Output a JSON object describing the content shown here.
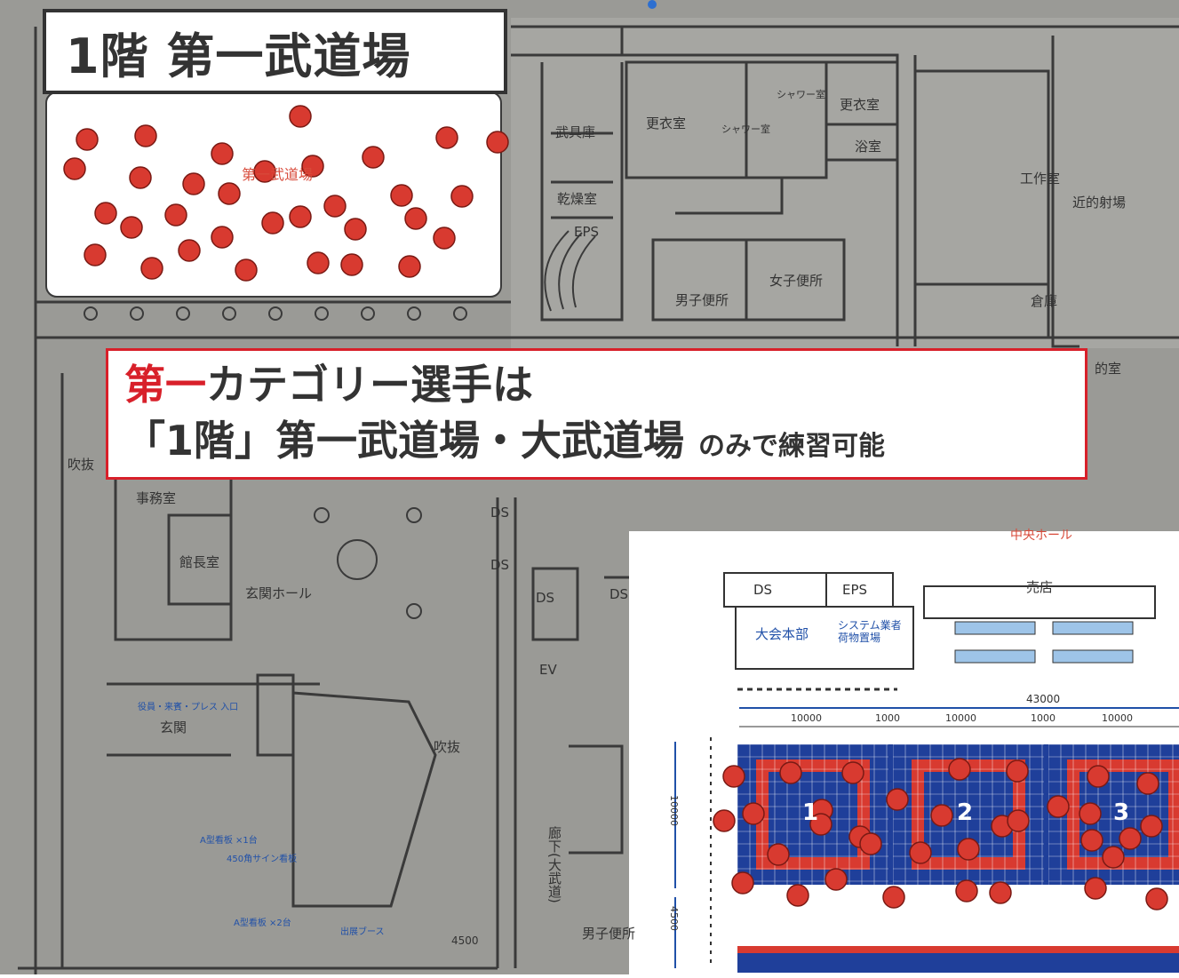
{
  "title": "1階 第一武道場",
  "notice": {
    "line1_red": "第一",
    "line1_rest": "カテゴリー選手は",
    "line2_main": "「1階」第一武道場・大武道場",
    "line2_small": "のみで練習可能"
  },
  "colors": {
    "floor_gray": "#9a9a96",
    "wall": "#3a3a3a",
    "marker_red": "#d83a30",
    "accent_red": "#d8202a",
    "mat_blue": "#1f3f9a",
    "mat_red": "#d83a30"
  },
  "marker_icon": "red-circle-person-marker",
  "rooms": {
    "dojo1_label": "第一武道場",
    "storage_weapons": "武具庫",
    "locker1": "更衣室",
    "locker2": "更衣室",
    "shower1": "シャワー室",
    "shower2": "シャワー室",
    "bath": "浴室",
    "drying": "乾燥室",
    "eps": "EPS",
    "workshop": "工作室",
    "archery": "近的射場",
    "storage": "倉庫",
    "mens_restroom": "男子便所",
    "womens_restroom": "女子便所",
    "archery2": "的室",
    "atrium1": "吹抜",
    "office": "事務室",
    "director": "館長室",
    "entrance_hall": "玄関ホール",
    "entrance": "玄関",
    "atrium2": "吹抜",
    "ds1": "DS",
    "ds2": "DS",
    "ds3": "DS",
    "ds4": "DS",
    "ev": "EV",
    "corridor": "廊下(大武道)",
    "mens_restroom2": "男子便所",
    "entry_sign": "役員・来賓・プレス 入口",
    "sign_a": "A型看板 ×1台",
    "sign_b": "450角サイン看板",
    "sign_c": "A型看板 ×2台",
    "booth": "出展ブース",
    "dim_4500": "4500"
  },
  "inset": {
    "central_hall": "中央ホール",
    "ds": "DS",
    "eps": "EPS",
    "shop": "売店",
    "hq": "大会本部",
    "system_storage": "システム業者 荷物置場",
    "dim_total": "43000",
    "dim_court": "10000",
    "dim_gap": "1000",
    "dim_side": "10000",
    "dim_bottom": "4500",
    "courts": [
      "1",
      "2",
      "3"
    ]
  }
}
